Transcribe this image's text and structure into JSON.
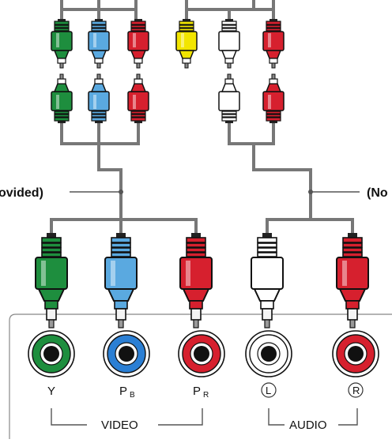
{
  "callouts": {
    "left": "ovided)",
    "right": "(No"
  },
  "ports": {
    "y": "Y",
    "pb_main": "P",
    "pb_sub": "B",
    "pr_main": "P",
    "pr_sub": "R",
    "audio_l": "L",
    "audio_r": "R"
  },
  "groups": {
    "video": "VIDEO",
    "audio": "AUDIO"
  },
  "colors": {
    "green": "#1e8e3e",
    "blue": "#5aa9e0",
    "red": "#d6202e",
    "yellow": "#f2e500",
    "white": "#ffffff",
    "wire": "#777777"
  }
}
